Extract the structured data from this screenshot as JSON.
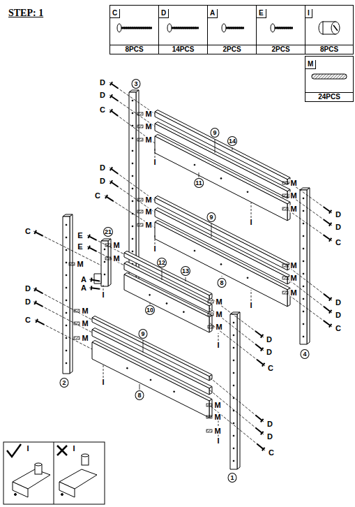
{
  "diagram": {
    "title": "STEP: 1",
    "nodes": [
      {
        "text": [
          "C",
          "8PCS"
        ]
      },
      {
        "text": [
          "D",
          "14PCS"
        ]
      },
      {
        "text": [
          "A",
          "2PCS"
        ]
      },
      {
        "text": [
          "E",
          "2PCS"
        ]
      },
      {
        "text": [
          "I",
          "8PCS"
        ]
      },
      {
        "text": [
          "M",
          "24PCS"
        ]
      }
    ],
    "labels": [
      "D",
      "D",
      "C",
      "3",
      "M",
      "M",
      "M",
      "9",
      "14",
      "I",
      "11",
      "M",
      "M",
      "M",
      "I",
      "D",
      "D",
      "C",
      "D",
      "D",
      "C",
      "M",
      "M",
      "M",
      "9",
      "I",
      "8",
      "M",
      "M",
      "M",
      "I",
      "D",
      "D",
      "C",
      "4",
      "C",
      "E",
      "E",
      "21",
      "M",
      "M",
      "M",
      "A",
      "A",
      "I",
      "12",
      "13",
      "10",
      "M",
      "M",
      "M",
      "D",
      "D",
      "C",
      "I",
      "D",
      "D",
      "C",
      "M",
      "M",
      "M",
      "9",
      "I",
      "8",
      "2",
      "M",
      "M",
      "M",
      "D",
      "D",
      "C",
      "I",
      "1",
      "I",
      "I"
    ]
  }
}
